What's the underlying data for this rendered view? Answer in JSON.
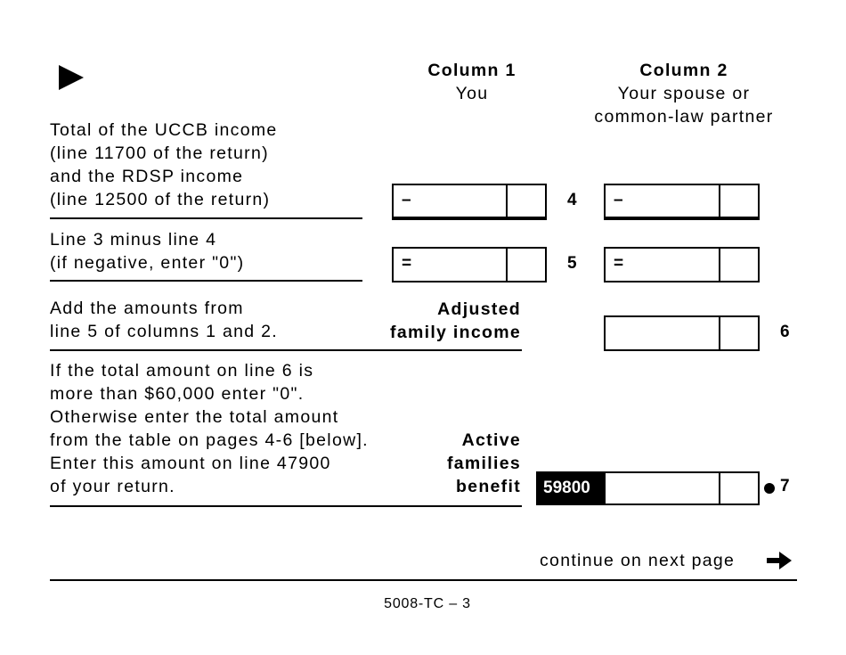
{
  "header": {
    "arrow_icon": "right-triangle-icon",
    "column1": {
      "title": "Column 1",
      "subtitle": "You"
    },
    "column2": {
      "title": "Column 2",
      "subtitle_line1": "Your spouse or",
      "subtitle_line2": "common-law partner"
    }
  },
  "rows": {
    "line4": {
      "text": [
        "Total of the UCCB income",
        "(line 11700 of the return)",
        "and the RDSP income",
        "(line 12500 of the return)"
      ],
      "number": "4",
      "col1_operator": "–",
      "col2_operator": "–",
      "col1_value": "",
      "col2_value": ""
    },
    "line5": {
      "text": [
        "Line 3 minus line 4",
        "(if negative, enter \"0\")"
      ],
      "number": "5",
      "col1_operator": "=",
      "col2_operator": "=",
      "col1_value": "",
      "col2_value": ""
    },
    "line6": {
      "text": [
        "Add the amounts from",
        "line 5 of columns 1 and 2."
      ],
      "label": [
        "Adjusted",
        "family income"
      ],
      "number": "6",
      "value": ""
    },
    "line7": {
      "text": [
        "If the total amount on line 6 is",
        "more than $60,000 enter \"0\".",
        "Otherwise enter the total amount",
        "from the table on pages 4-6 [below].",
        "Enter this amount on line 47900",
        "of your return."
      ],
      "label": [
        "Active",
        "families",
        "benefit"
      ],
      "code": "59800",
      "number": "7",
      "value": ""
    }
  },
  "footer": {
    "continue_text": "continue on next page",
    "continue_icon": "arrow-right-icon",
    "page_label": "5008-TC – 3"
  }
}
